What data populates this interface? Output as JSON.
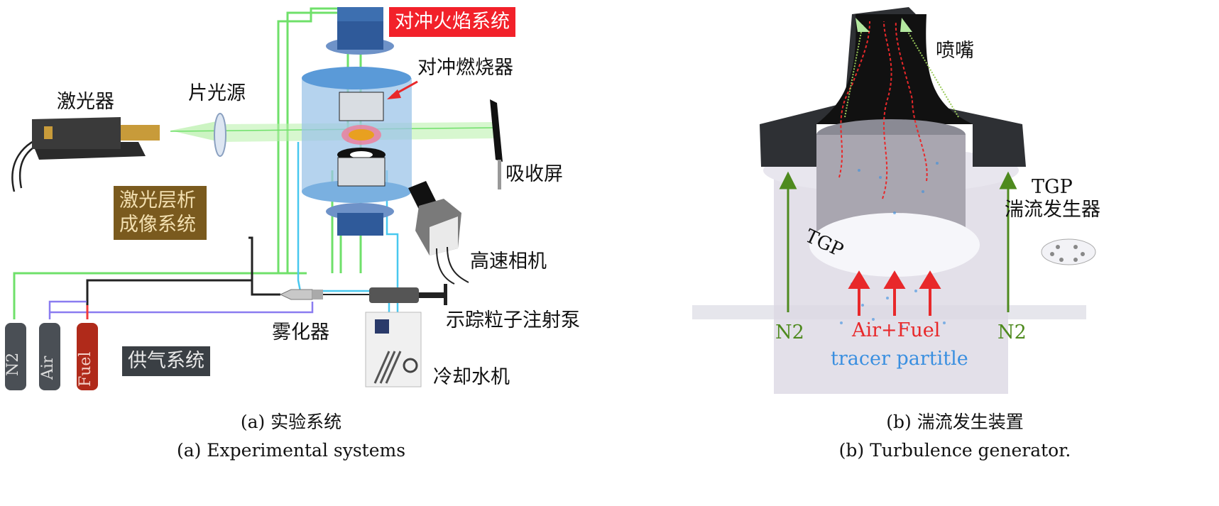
{
  "panel_a": {
    "labels": {
      "counterflow_system": "对冲火焰系统",
      "counterflow_burner": "对冲燃烧器",
      "laser": "激光器",
      "sheet_light": "片光源",
      "absorber": "吸收屏",
      "plif_system": "激光层析\n成像系统",
      "camera": "高速相机",
      "atomizer": "雾化器",
      "syringe_pump": "示踪粒子注射泵",
      "chiller": "冷却水机",
      "gas_supply": "供气系统",
      "bottle_n2": "N2",
      "bottle_air": "Air",
      "bottle_fuel": "Fuel"
    },
    "caption_cn": "(a) 实验系统",
    "caption_en": "(a) Experimental systems"
  },
  "panel_b": {
    "labels": {
      "nozzle": "喷嘴",
      "tgp": "TGP",
      "tgp_right": "TGP",
      "turbulence_generator": "湍流发生器",
      "n2_left": "N2",
      "n2_right": "N2",
      "air_fuel": "Air+Fuel",
      "tracer": "tracer partitle"
    },
    "caption_cn": "(b) 湍流发生装置",
    "caption_en": "(b) Turbulence generator."
  },
  "colors": {
    "red_label": "#f2212a",
    "plif_box": "#7a5a1e",
    "gas_box": "#3a3f44",
    "green_line": "#6fe06a",
    "cyan_line": "#49c8ef",
    "arrow_green": "#4e8a1e",
    "arrow_red": "#e8282a",
    "tracer_blue": "#3a8fe0"
  }
}
